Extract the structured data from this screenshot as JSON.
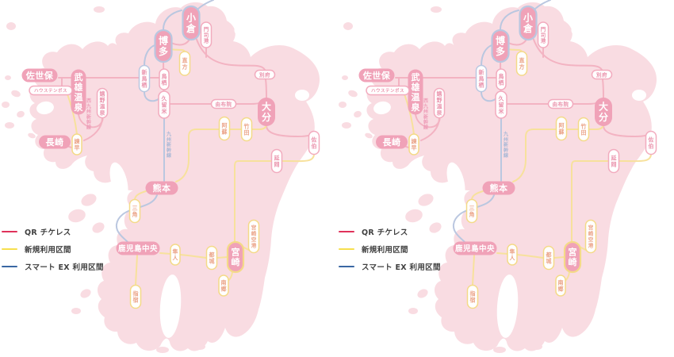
{
  "legend": {
    "items": [
      {
        "id": "qr-ticketless",
        "label": "QR チケレス",
        "color": "#e0325a"
      },
      {
        "id": "new-section",
        "label": "新規利用区間",
        "color": "#f6df4e"
      },
      {
        "id": "smart-ex",
        "label": "スマート EX 利用区間",
        "color": "#3a67a3"
      }
    ]
  },
  "stations": [
    {
      "id": "kokura",
      "label": "小倉"
    },
    {
      "id": "mojiko",
      "label": "門司港"
    },
    {
      "id": "hakata",
      "label": "博多"
    },
    {
      "id": "nogata",
      "label": "直方"
    },
    {
      "id": "shintosu",
      "label": "新鳥栖"
    },
    {
      "id": "tosu",
      "label": "鳥栖"
    },
    {
      "id": "kurume",
      "label": "久留米"
    },
    {
      "id": "takeo_onsen",
      "label": "武雄温泉"
    },
    {
      "id": "sasebo",
      "label": "佐世保"
    },
    {
      "id": "huis_ten_bosch",
      "label": "ハウステンボス"
    },
    {
      "id": "ureshino_onsen",
      "label": "嬉野温泉"
    },
    {
      "id": "isahaya",
      "label": "諫早"
    },
    {
      "id": "nagasaki",
      "label": "長崎"
    },
    {
      "id": "yufuin",
      "label": "由布院"
    },
    {
      "id": "beppu",
      "label": "別府"
    },
    {
      "id": "oita",
      "label": "大分"
    },
    {
      "id": "aso",
      "label": "阿蘇"
    },
    {
      "id": "taketa",
      "label": "竹田"
    },
    {
      "id": "saiki",
      "label": "佐伯"
    },
    {
      "id": "nobeoka",
      "label": "延岡"
    },
    {
      "id": "kumamoto",
      "label": "熊本"
    },
    {
      "id": "misumi",
      "label": "三角"
    },
    {
      "id": "kagoshima_chuo",
      "label": "鹿児島中央"
    },
    {
      "id": "hayato",
      "label": "隼人"
    },
    {
      "id": "miyakonojo",
      "label": "都城"
    },
    {
      "id": "miyazaki",
      "label": "宮崎"
    },
    {
      "id": "miyazaki_airport",
      "label": "宮崎空港"
    },
    {
      "id": "nango",
      "label": "南郷"
    },
    {
      "id": "ibusuki",
      "label": "指宿"
    }
  ],
  "line_labels": [
    {
      "id": "nishi_kyushu_shinkansen",
      "label": "西九州新幹線"
    },
    {
      "id": "kyushu_shinkansen",
      "label": "九州新幹線"
    }
  ],
  "palette": {
    "land": "#f9dce2",
    "sea": "#ffffff",
    "line_pink": "#f3b3c2",
    "line_yellow": "#f7e19c",
    "line_blue": "#bac7e0",
    "pill_pink_fill": "#f0a2b8",
    "pill_outline_pink": "#f2abbe",
    "pill_text_pink": "#ea93ac",
    "pill_outline_yellow": "#f4da88",
    "pill_text_yellow": "#eba489",
    "pill_text_white": "#ffffff",
    "label_nishi_color": "#ee9db8",
    "label_kyushu_color": "#a9b8d6"
  }
}
